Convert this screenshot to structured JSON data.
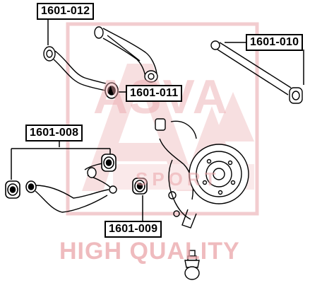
{
  "parts": [
    {
      "id": "p1601-012",
      "number": "1601-012"
    },
    {
      "id": "p1601-010",
      "number": "1601-010"
    },
    {
      "id": "p1601-011",
      "number": "1601-011"
    },
    {
      "id": "p1601-008",
      "number": "1601-008"
    },
    {
      "id": "p1601-009",
      "number": "1601-009"
    }
  ],
  "watermark": {
    "logo": "ASVA",
    "subtext": "SPORT",
    "tagline": "HIGH QUALITY",
    "color": "#e9a4a8"
  },
  "line_color": "#000000"
}
